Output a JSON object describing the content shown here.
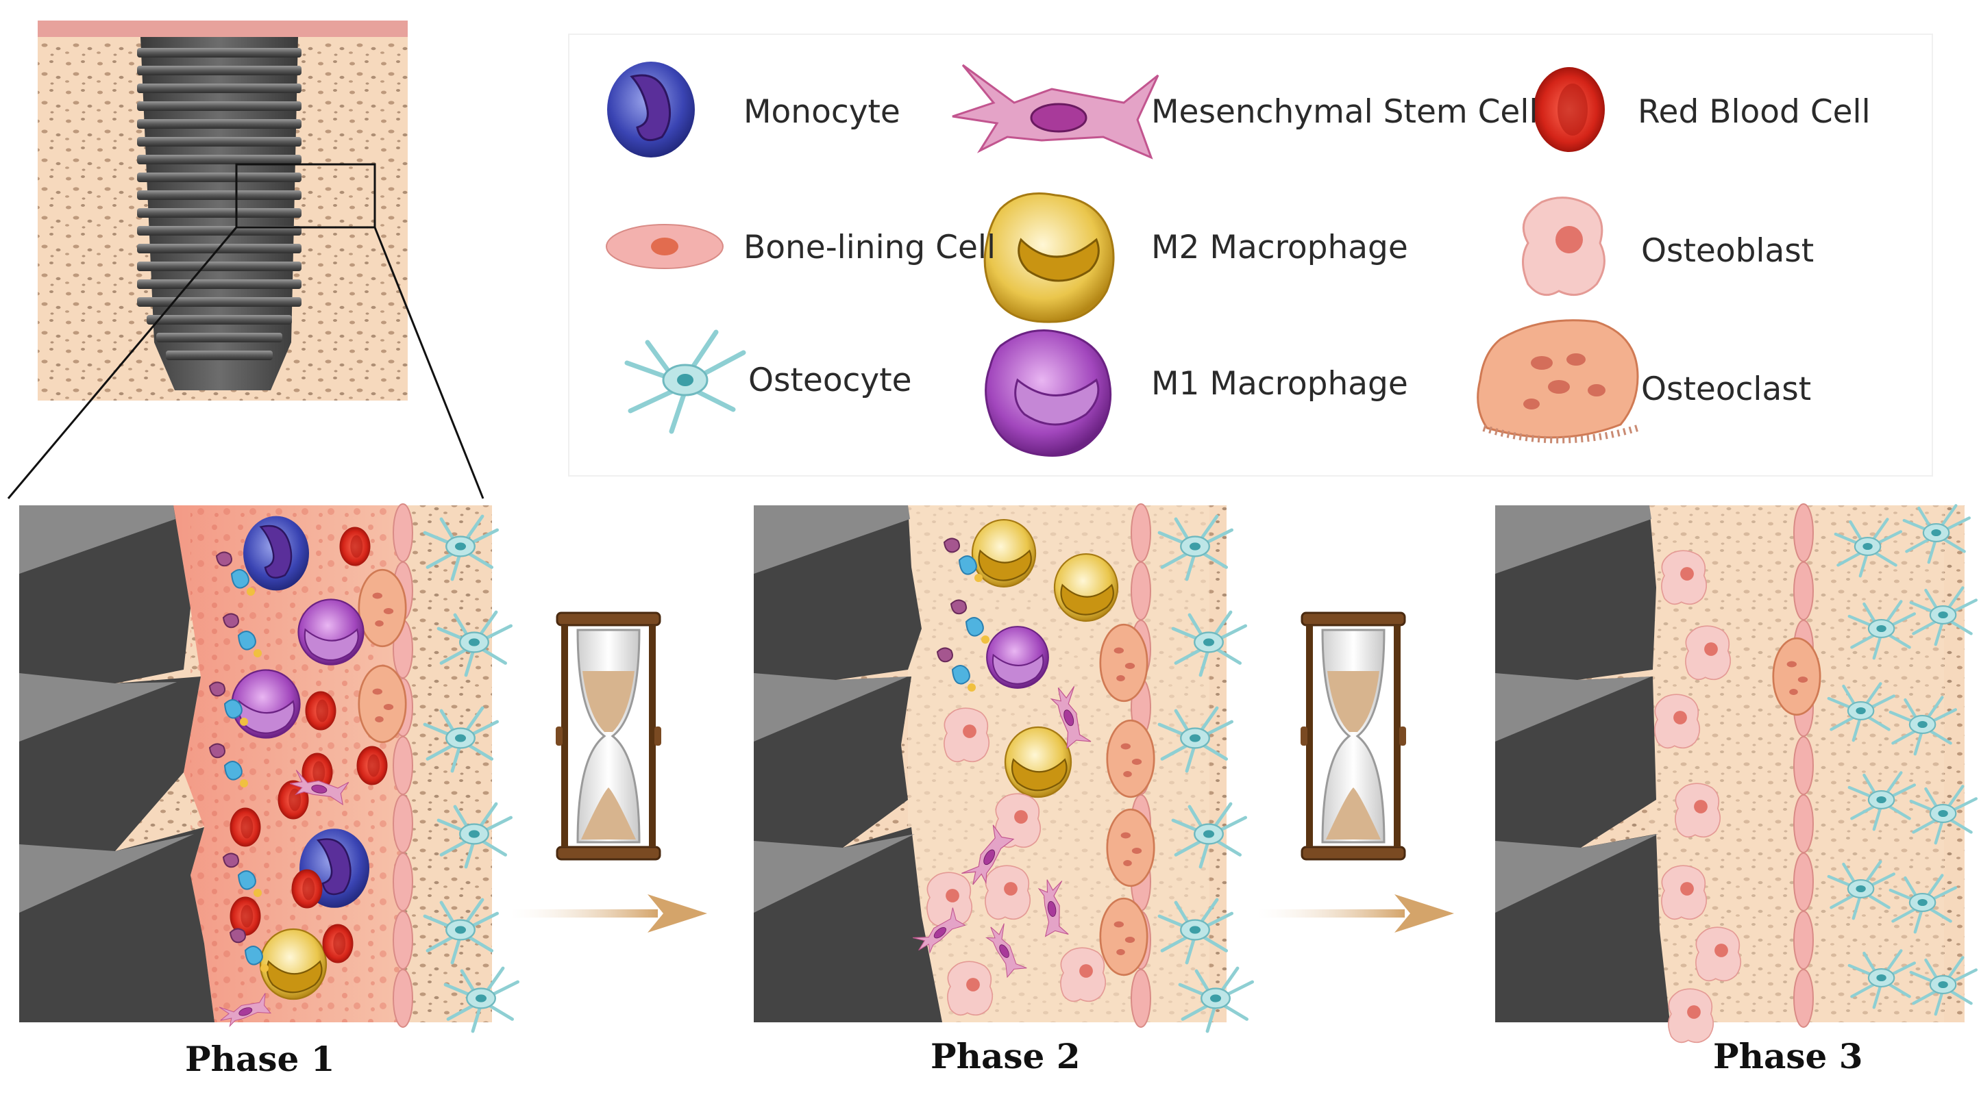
{
  "legend": {
    "monocyte": "Monocyte",
    "msc": "Mesenchymal Stem Cell",
    "rbc": "Red Blood Cell",
    "bone_lining": "Bone-lining Cell",
    "m2": "M2 Macrophage",
    "osteoblast": "Osteoblast",
    "osteocyte": "Osteocyte",
    "m1": "M1 Macrophage",
    "osteoclast": "Osteoclast"
  },
  "phases": [
    "Phase 1",
    "Phase 2",
    "Phase 3"
  ],
  "colors": {
    "bone": "#f6d9bd",
    "implant": "#5f5f5f",
    "inflamed_tissue": "#f2a190",
    "arrow": "#d4a46a",
    "monocyte": "#3a44b3",
    "m1": "#9a3fb3",
    "m2": "#d8a929",
    "rbc": "#d42418",
    "osteoblast": "#f2b8b3",
    "osteoclast": "#f1a988",
    "osteocyte": "#9fd8d8",
    "msc": "#d87fb3"
  }
}
